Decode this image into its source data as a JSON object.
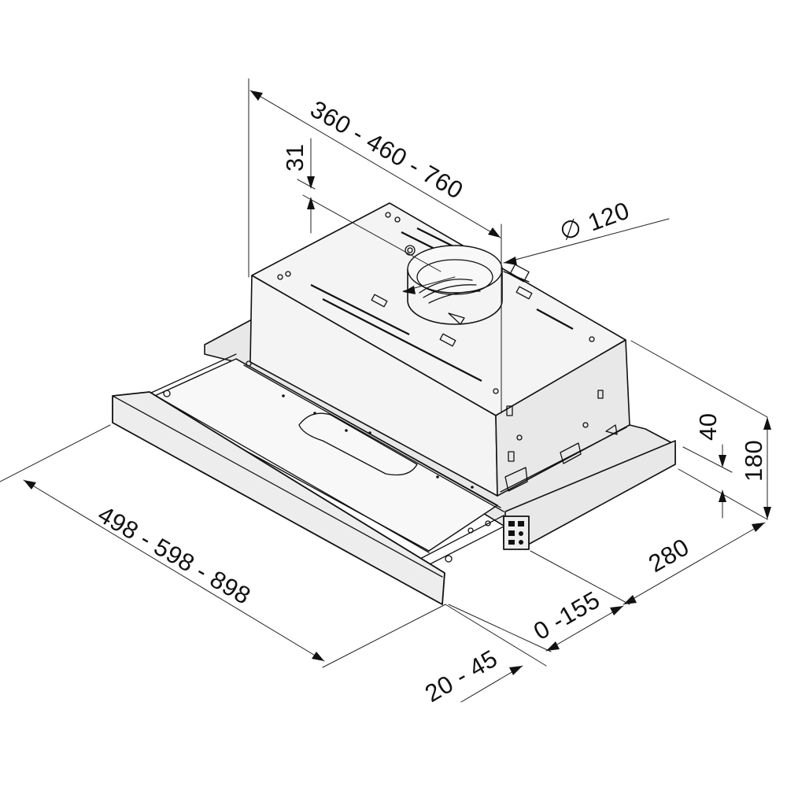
{
  "diagram": {
    "dimensions": {
      "width_top": "360 - 460 - 760",
      "depth_offset": "31",
      "duct_diameter": "120",
      "diameter_symbol": "∅",
      "front_width": "498 - 598 - 898",
      "front_extension": "20 - 45",
      "slide_travel": "0 -155",
      "depth": "280",
      "visor_height": "40",
      "total_height": "180"
    }
  }
}
